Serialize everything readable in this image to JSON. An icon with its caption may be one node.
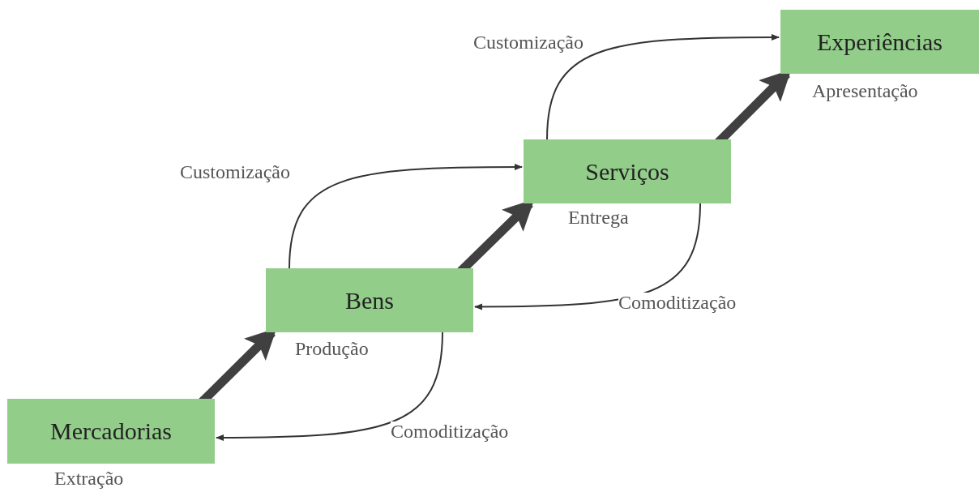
{
  "diagram": {
    "nodes": [
      {
        "text": [
          "Mercadorias"
        ],
        "beside": [
          "Extração"
        ]
      },
      {
        "text": [
          "Bens"
        ],
        "beside": [
          "Produção"
        ]
      },
      {
        "text": [
          "Serviços"
        ],
        "beside": [
          "Entrega"
        ]
      },
      {
        "text": [
          "Experiências"
        ],
        "beside": [
          "Apresentação"
        ]
      }
    ],
    "edges": [
      {
        "from": 0,
        "to": 1,
        "arrow": "to",
        "style": "thick"
      },
      {
        "from": 1,
        "to": 2,
        "arrow": "to",
        "style": "thick"
      },
      {
        "from": 2,
        "to": 3,
        "arrow": "to",
        "style": "thick"
      },
      {
        "from": 1,
        "to": 2,
        "arrow": "to",
        "label": "Customização"
      },
      {
        "from": 2,
        "to": 3,
        "arrow": "to",
        "label": "Customização"
      },
      {
        "from": 2,
        "to": 1,
        "arrow": "to",
        "label": "Comoditização"
      },
      {
        "from": 1,
        "to": 0,
        "arrow": "to",
        "label": "Comoditização"
      }
    ]
  }
}
